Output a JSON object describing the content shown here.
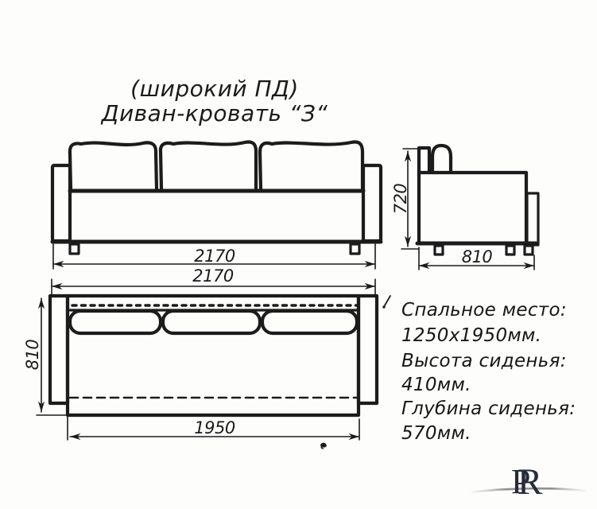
{
  "title": {
    "line1": "(широкий ПД)",
    "line2": "Диван-кровать “З“"
  },
  "views": {
    "front": {
      "width_label": "2170"
    },
    "side": {
      "height_label": "720",
      "depth_label": "810"
    },
    "top": {
      "width_label": "2170",
      "depth_label": "810",
      "bed_length_label": "1950"
    }
  },
  "specs": {
    "lines": [
      "Спальное место:",
      "1250х1950мм.",
      "Высота сиденья:",
      "410мм.",
      "Глубина сиденья:",
      "570мм."
    ]
  },
  "logo": {
    "letter_left": "P",
    "letter_right": "R"
  },
  "colors": {
    "line": "#1c1c1c",
    "background": "#fdfdfc",
    "logo": "#262c3c",
    "swoosh": "#8f8f8f"
  }
}
